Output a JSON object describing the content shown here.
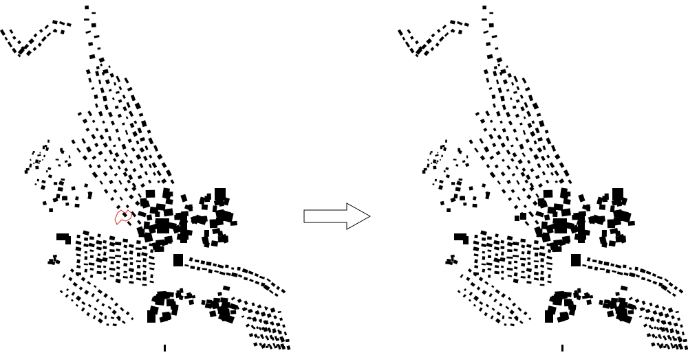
{
  "figure": {
    "panels": [
      {
        "id": "before",
        "highlight": true
      },
      {
        "id": "after",
        "highlight": false
      }
    ],
    "arrow_direction": "right"
  },
  "colors": {
    "background": "#ffffff",
    "building_fill": "#000000",
    "highlight_outline": "#e0241b",
    "arrow_outline": "#000000",
    "arrow_fill": "#ffffff"
  },
  "icons": {
    "transition": "right-arrow-icon"
  }
}
